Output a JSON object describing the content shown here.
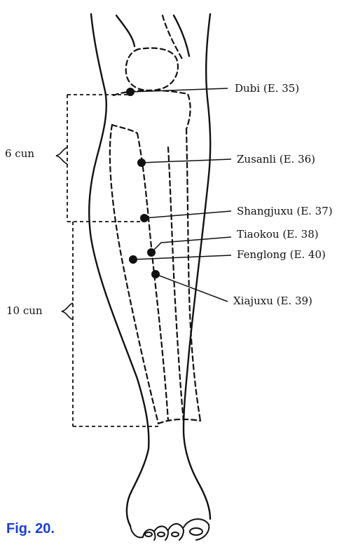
{
  "figure": {
    "caption": "Fig. 20."
  },
  "scale": {
    "upper": "6 cun",
    "lower": "10 cun"
  },
  "points": [
    {
      "key": "dubi",
      "label": "Dubi (E. 35)"
    },
    {
      "key": "zusanli",
      "label": "Zusanli (E. 36)"
    },
    {
      "key": "shangjuxu",
      "label": "Shangjuxu (E. 37)"
    },
    {
      "key": "tiaokou",
      "label": "Tiaokou (E. 38)"
    },
    {
      "key": "fenglong",
      "label": "Fenglong (E. 40)"
    },
    {
      "key": "xiajuxu",
      "label": "Xiajuxu (E. 39)"
    }
  ],
  "colors": {
    "ink": "#111111",
    "caption": "#1a3fd6",
    "background": "#ffffff"
  }
}
